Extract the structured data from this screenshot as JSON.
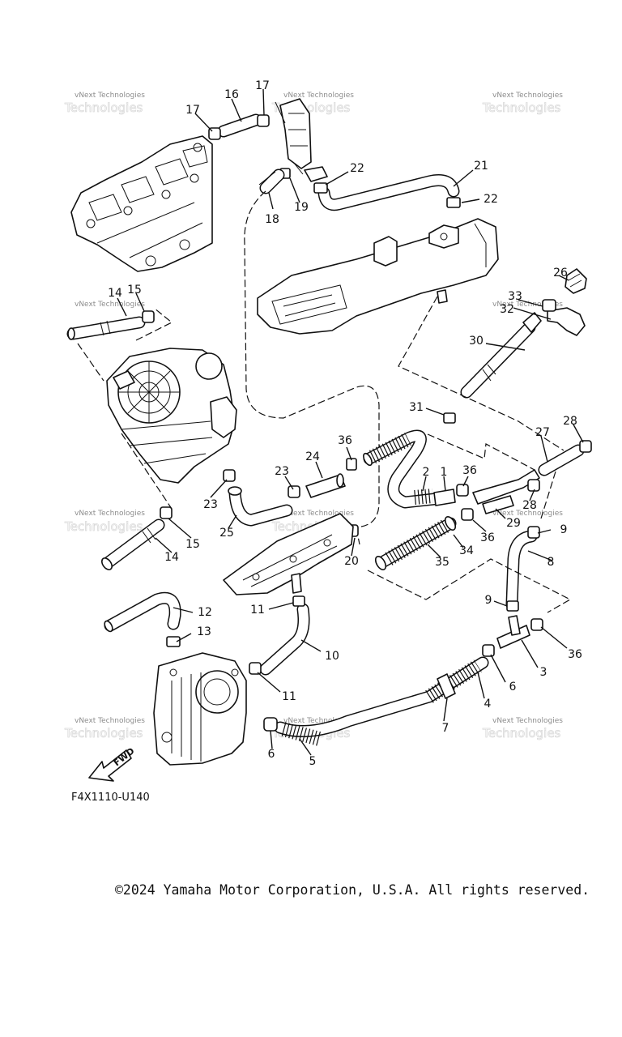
{
  "diagram": {
    "watermark": "vNext Technologies",
    "drawing_code": "F4X1110-U140",
    "direction_label": "FWD",
    "copyright": "©2024 Yamaha Motor Corporation, U.S.A. All rights reserved."
  },
  "callouts": [
    "1",
    "2",
    "3",
    "4",
    "5",
    "6",
    "6",
    "7",
    "8",
    "9",
    "9",
    "10",
    "11",
    "11",
    "12",
    "13",
    "14",
    "14",
    "15",
    "15",
    "16",
    "17",
    "17",
    "18",
    "19",
    "20",
    "21",
    "22",
    "22",
    "23",
    "23",
    "24",
    "25",
    "26",
    "27",
    "28",
    "28",
    "29",
    "30",
    "31",
    "32",
    "33",
    "34",
    "35",
    "36",
    "36",
    "36",
    "36"
  ]
}
